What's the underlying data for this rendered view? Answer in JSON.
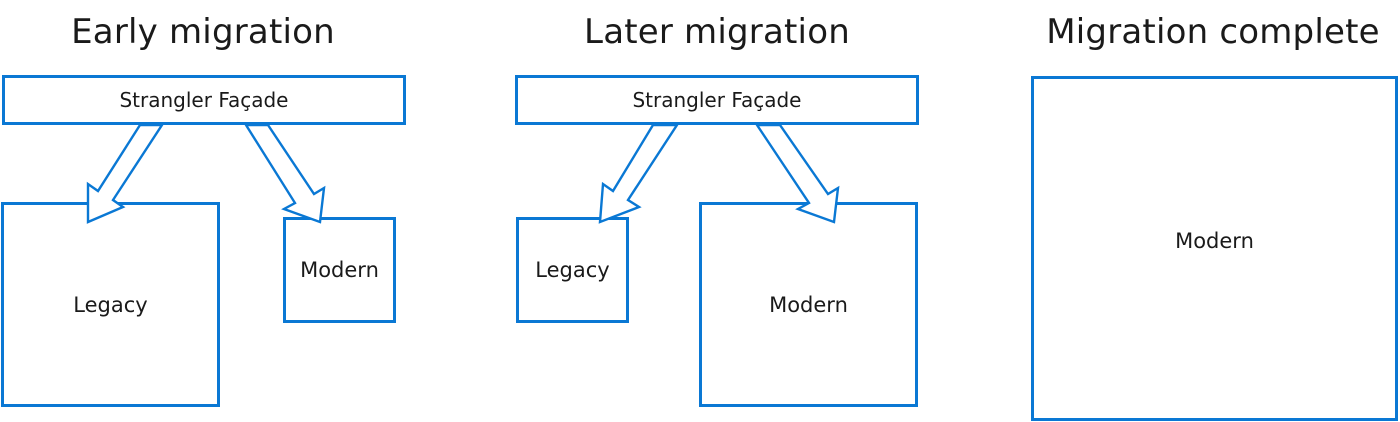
{
  "panels": [
    {
      "title": "Early migration",
      "facade_label": "Strangler Façade",
      "legacy_label": "Legacy",
      "modern_label": "Modern"
    },
    {
      "title": "Later migration",
      "facade_label": "Strangler Façade",
      "legacy_label": "Legacy",
      "modern_label": "Modern"
    },
    {
      "title": "Migration complete",
      "modern_label": "Modern"
    }
  ],
  "colors": {
    "accent": "#0a78d4",
    "background": "#ffffff",
    "text": "#1a1a1a"
  }
}
